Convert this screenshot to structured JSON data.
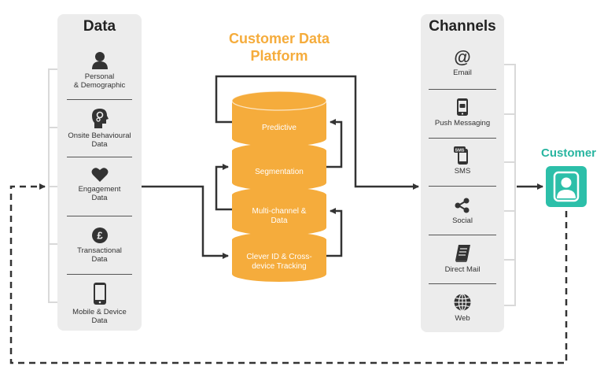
{
  "data_panel": {
    "title": "Data",
    "items": [
      {
        "line1": "Personal",
        "line2": "& Demographic",
        "icon": "person-icon"
      },
      {
        "line1": "Onsite Behavioural",
        "line2": "Data",
        "icon": "head-gears-icon"
      },
      {
        "line1": "Engagement",
        "line2": "Data",
        "icon": "heart-icon"
      },
      {
        "line1": "Transactional",
        "line2": "Data",
        "icon": "pound-icon"
      },
      {
        "line1": "Mobile & Device",
        "line2": "Data",
        "icon": "mobile-icon"
      }
    ]
  },
  "cdp": {
    "title_line1": "Customer Data",
    "title_line2": "Platform",
    "layers": [
      {
        "line1": "Predictive",
        "line2": ""
      },
      {
        "line1": "Segmentation",
        "line2": ""
      },
      {
        "line1": "Multi-channel &",
        "line2": "Data"
      },
      {
        "line1": "Clever ID & Cross-",
        "line2": "device Tracking"
      }
    ]
  },
  "channels_panel": {
    "title": "Channels",
    "items": [
      {
        "label": "Email",
        "icon": "at-sign-icon"
      },
      {
        "label": "Push Messaging",
        "icon": "push-phone-icon"
      },
      {
        "label": "SMS",
        "icon": "sms-phone-icon"
      },
      {
        "label": "Social",
        "icon": "share-icon"
      },
      {
        "label": "Direct Mail",
        "icon": "book-icon"
      },
      {
        "label": "Web",
        "icon": "globe-icon"
      }
    ]
  },
  "customer": {
    "label": "Customer",
    "icon": "user-icon"
  },
  "colors": {
    "accent_orange": "#f5ac3c",
    "teal": "#2cbfa9",
    "panel_grey": "#ececec"
  }
}
